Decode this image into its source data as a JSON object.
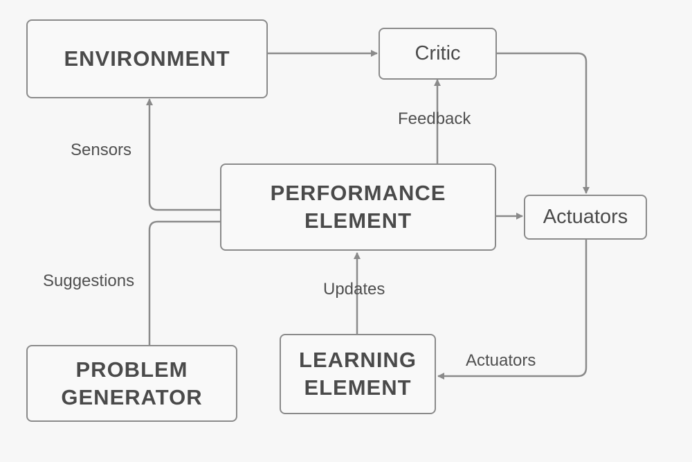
{
  "nodes": {
    "environment": "ENVIRONMENT",
    "critic": "Critic",
    "performance": [
      "PERFORMANCE",
      "ELEMENT"
    ],
    "actuators": "Actuators",
    "problem": [
      "PROBLEM",
      "GENERATOR"
    ],
    "learning": [
      "LEARNING",
      "ELEMENT"
    ]
  },
  "edges": {
    "sensors": "Sensors",
    "feedback": "Feedback",
    "suggestions": "Suggestions",
    "updates": "Updates",
    "actuators": "Actuators"
  },
  "colors": {
    "line": "#8a8a8a",
    "text": "#4a4a4a"
  }
}
